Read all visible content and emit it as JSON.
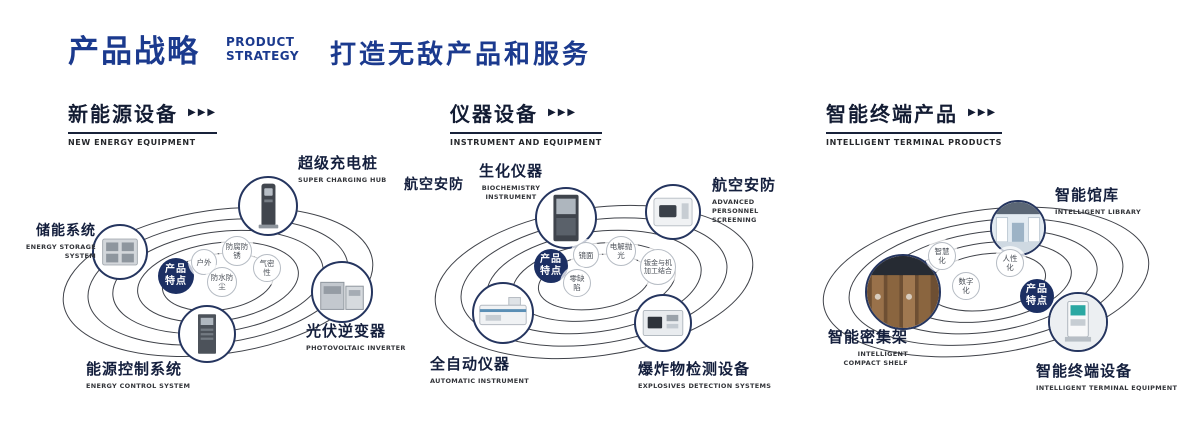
{
  "header": {
    "title": "产品战略",
    "subtitle": [
      "PRODUCT",
      "STRATEGY"
    ],
    "tagline": "打造无敌产品和服务"
  },
  "arrows": "▶▶▶",
  "sections": [
    {
      "title": "新能源设备",
      "subtitle": "NEW ENERGY EQUIPMENT",
      "badge": "产品特点",
      "features": [
        "户外",
        "防腐防锈",
        "气密性",
        "防水防尘"
      ],
      "products": [
        {
          "name": "储能系统",
          "en": "ENERGY STORAGE SYSTEM"
        },
        {
          "name": "超级充电桩",
          "en": "SUPER CHARGING HUB"
        },
        {
          "name": "光伏逆变器",
          "en": "PHOTOVOLTAIC INVERTER"
        },
        {
          "name": "能源控制系统",
          "en": "ENERGY CONTROL SYSTEM"
        }
      ]
    },
    {
      "title": "仪器设备",
      "subtitle": "INSTRUMENT AND EQUIPMENT",
      "badge": "产品特点",
      "extra_label": "航空安防",
      "features": [
        "镜面",
        "电解抛光",
        "钣金与机加工结合",
        "零缺陷"
      ],
      "products": [
        {
          "name": "生化仪器",
          "en": "BIOCHEMISTRY INSTRUMENT"
        },
        {
          "name": "航空安防",
          "en": "ADVANCED PERSONNEL SCREENING"
        },
        {
          "name": "全自动仪器",
          "en": "AUTOMATIC INSTRUMENT"
        },
        {
          "name": "爆炸物检测设备",
          "en": "EXPLOSIVES DETECTION SYSTEMS"
        }
      ]
    },
    {
      "title": "智能终端产品",
      "subtitle": "INTELLIGENT TERMINAL PRODUCTS",
      "badge": "产品特点",
      "features": [
        "智慧化",
        "人性化",
        "数字化"
      ],
      "products": [
        {
          "name": "智能馆库",
          "en": "INTELLIGENT LIBRARY"
        },
        {
          "name": "智能密集架",
          "en": "INTELLIGENT COMPACT SHELF"
        },
        {
          "name": "智能终端设备",
          "en": "INTELLIGENT TERMINAL EQUIPMENT"
        }
      ]
    }
  ]
}
